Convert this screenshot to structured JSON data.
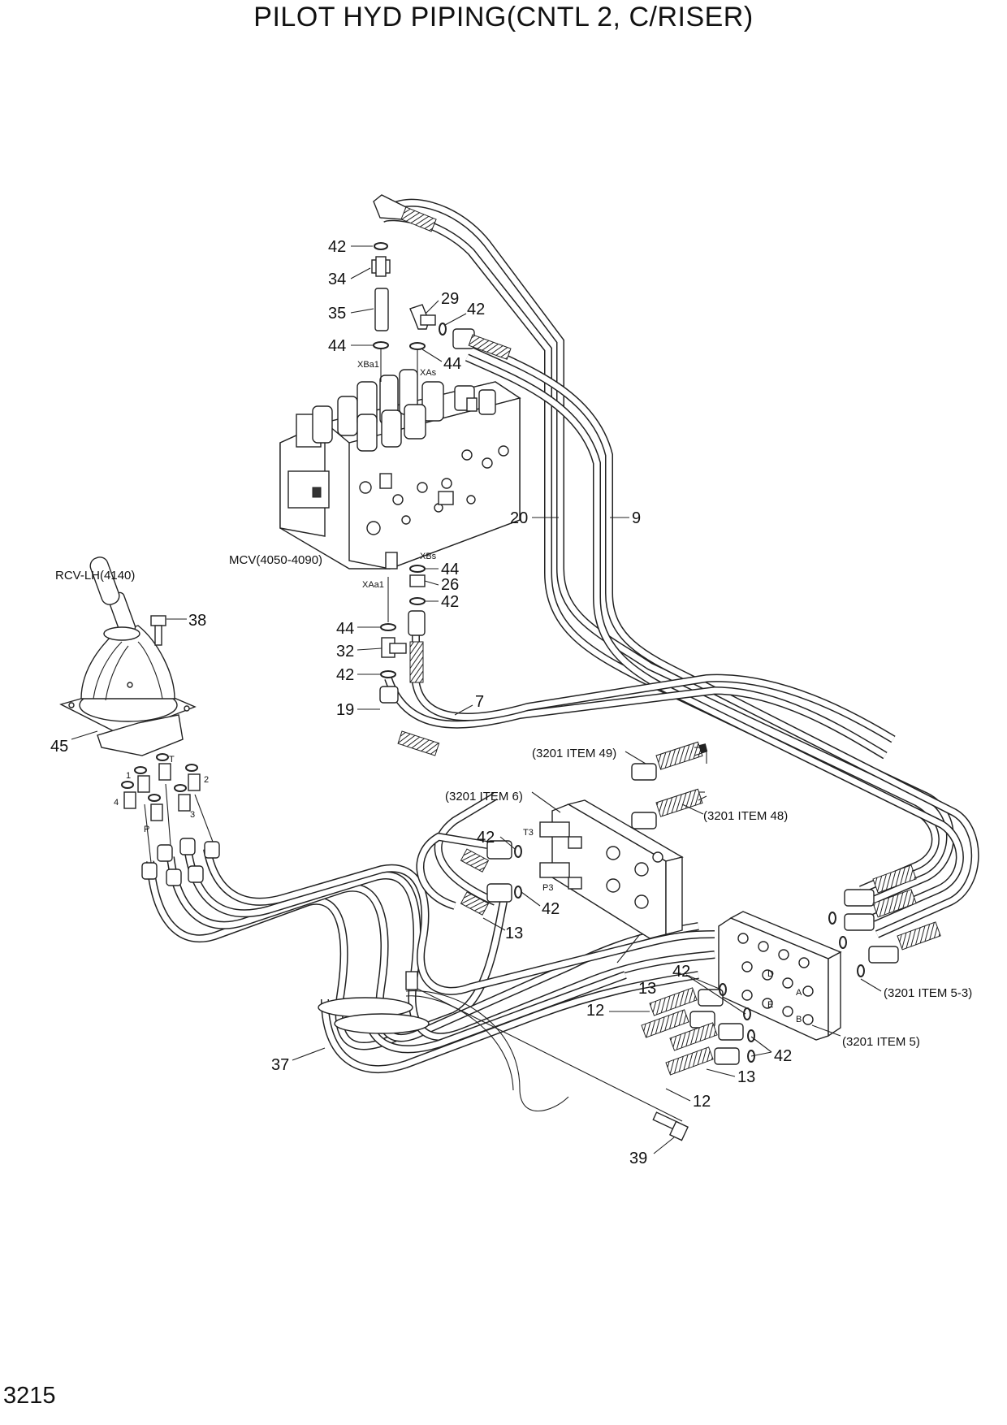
{
  "title": "PILOT HYD PIPING(CNTL 2, C/RISER)",
  "page_number": "3215",
  "references": {
    "mcv": "MCV(4050-4090)",
    "rcv": "RCV-LH(4140)",
    "item49": "(3201 ITEM 49)",
    "item48": "(3201 ITEM 48)",
    "item6": "(3201 ITEM 6)",
    "item5_3": "(3201 ITEM 5-3)",
    "item5": "(3201 ITEM 5)"
  },
  "ports": {
    "xba1": "XBa1",
    "xas": "XAs",
    "xbs": "XBs",
    "xaa1": "XAa1",
    "t3": "T3",
    "p3": "P3",
    "t": "T",
    "p": "P",
    "p1": "1",
    "p2": "2",
    "p3n": "3",
    "p4": "4",
    "a": "A",
    "b": "B",
    "d": "D",
    "e": "E"
  },
  "callouts": {
    "c42_top": "42",
    "c34": "34",
    "c35": "35",
    "c44_left": "44",
    "c29": "29",
    "c42_29": "42",
    "c44_right": "44",
    "c20": "20",
    "c9": "9",
    "c44_xbs": "44",
    "c26": "26",
    "c42_26": "42",
    "c44_mid": "44",
    "c32": "32",
    "c42_mid": "42",
    "c19": "19",
    "c7": "7",
    "c38": "38",
    "c45": "45",
    "c42_t3": "42",
    "c42_p3": "42",
    "c13_a": "13",
    "c42_blk": "42",
    "c13_b": "13",
    "c12_a": "12",
    "c42_c": "42",
    "c13_c": "13",
    "c12_b": "12",
    "c37": "37",
    "c39": "39"
  }
}
